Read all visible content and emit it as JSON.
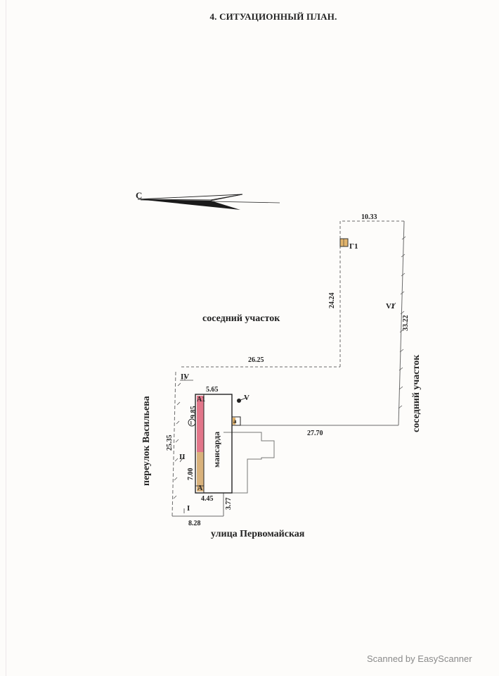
{
  "title": "4. СИТУАЦИОННЫЙ ПЛАН.",
  "compass": {
    "north_label": "С"
  },
  "labels": {
    "neighbor_plot_top": "соседний участок",
    "neighbor_plot_right": "соседний участок",
    "lane": "переулок Васильева",
    "street": "улица Первомайская",
    "mansard": "мансарда",
    "roman_I": "I",
    "roman_II": "II",
    "roman_IV": "IV",
    "roman_V": "V",
    "roman_VI": "VI",
    "structure_A": "A",
    "structure_A1": "A1",
    "structure_a": "a",
    "structure_G1": "Г1",
    "circle_1": "1"
  },
  "dimensions": {
    "top_width": "10.33",
    "upper_left_side": "24.24",
    "right_side": "33.22",
    "middle_top": "26.25",
    "bottom_right": "27.70",
    "left_side": "25.35",
    "bottom_width": "8.28",
    "house_top": "5.65",
    "house_upper_side": "9.85",
    "house_lower_side": "7.00",
    "house_bottom": "4.45",
    "bottom_offset": "3.77"
  },
  "watermark": "Scanned by EasyScanner",
  "colors": {
    "building_red": "#e2768a",
    "building_tan": "#d9b27c",
    "shed_tan": "#e2b46c"
  }
}
